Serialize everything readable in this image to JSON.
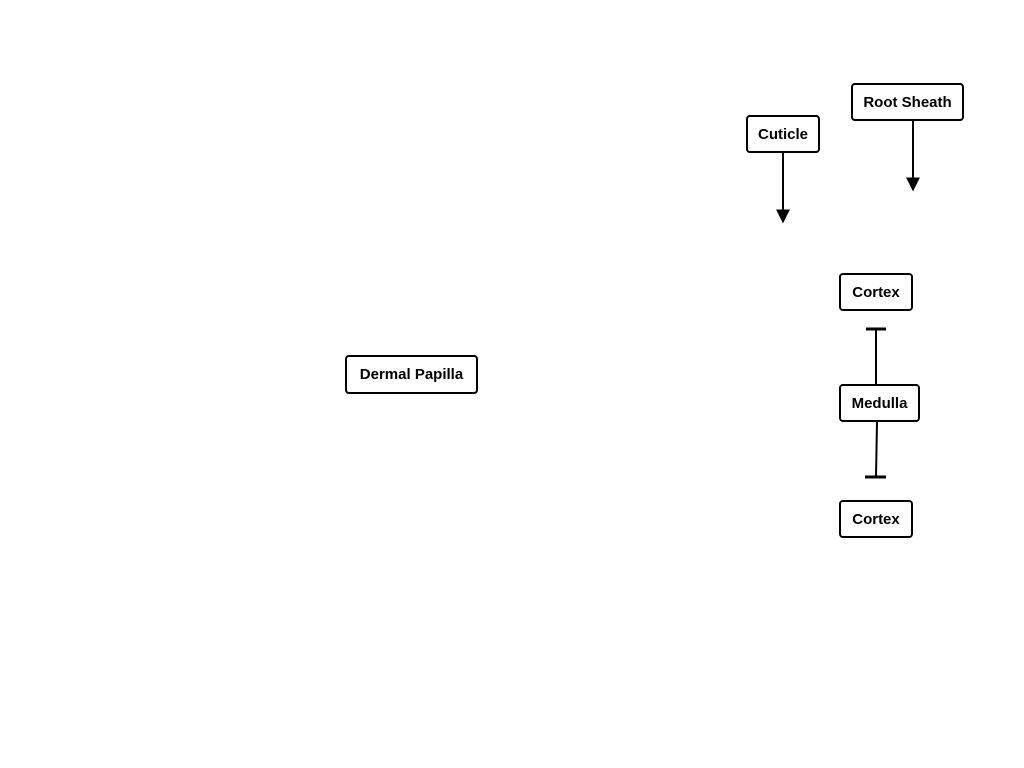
{
  "diagram": {
    "nodes": [
      {
        "id": "dermal-papilla",
        "label": "Dermal Papilla"
      },
      {
        "id": "cuticle",
        "label": "Cuticle"
      },
      {
        "id": "root-sheath",
        "label": "Root Sheath"
      },
      {
        "id": "cortex-top",
        "label": "Cortex"
      },
      {
        "id": "medulla",
        "label": "Medulla"
      },
      {
        "id": "cortex-bottom",
        "label": "Cortex"
      }
    ],
    "edges": [
      {
        "from": "cuticle",
        "to": "",
        "type": "arrow"
      },
      {
        "from": "root-sheath",
        "to": "",
        "type": "arrow"
      },
      {
        "from": "medulla",
        "to": "cortex-top",
        "type": "inhibition"
      },
      {
        "from": "medulla",
        "to": "cortex-bottom",
        "type": "inhibition"
      }
    ],
    "colors": {
      "stroke": "#000000",
      "fill": "#ffffff",
      "text": "#000000"
    }
  }
}
